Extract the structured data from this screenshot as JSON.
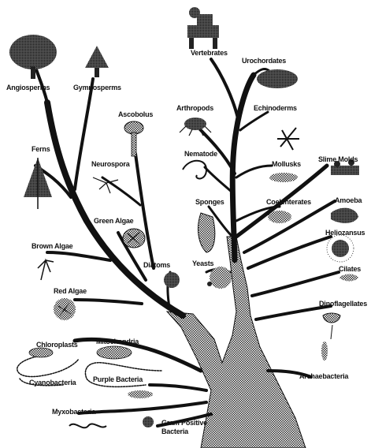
{
  "colors": {
    "ink": "#1a1a1a",
    "stipple": "#3a3a3a",
    "paper": "#ffffff"
  },
  "labels": {
    "vertebrates": "Vertebrates",
    "urochordates": "Urochordates",
    "angiosperms": "Angiosperms",
    "gymnosperms": "Gymnosperms",
    "ascobolus": "Ascobolus",
    "arthropods": "Arthropods",
    "echinoderms": "Echinoderms",
    "ferns": "Ferns",
    "neurospora": "Neurospora",
    "nematode": "Nematode",
    "mollusks": "Mollusks",
    "slime_molds": "Slime Molds",
    "sponges": "Sponges",
    "coelenterates": "Coelenterates",
    "amoeba": "Amoeba",
    "green_algae": "Green Algae",
    "heliozansus": "Heliozansus",
    "brown_algae": "Brown Algae",
    "diatoms": "Diatoms",
    "yeasts": "Yeasts",
    "ciliates": "Cilates",
    "red_algae": "Red Algae",
    "dinoflagellates": "Dinoflagellates",
    "chloroplasts": "Chloroplasts",
    "mitochondria": "Mitochondria",
    "archaebacteria": "Archaebacteria",
    "cyanobacteria": "Cyanobacteria",
    "purple_bacteria": "Purple Bacteria",
    "myxobacteria": "Myxobacteria",
    "gram_positive_line1": "Gram Positive",
    "gram_positive_line2": "Bacteria"
  }
}
